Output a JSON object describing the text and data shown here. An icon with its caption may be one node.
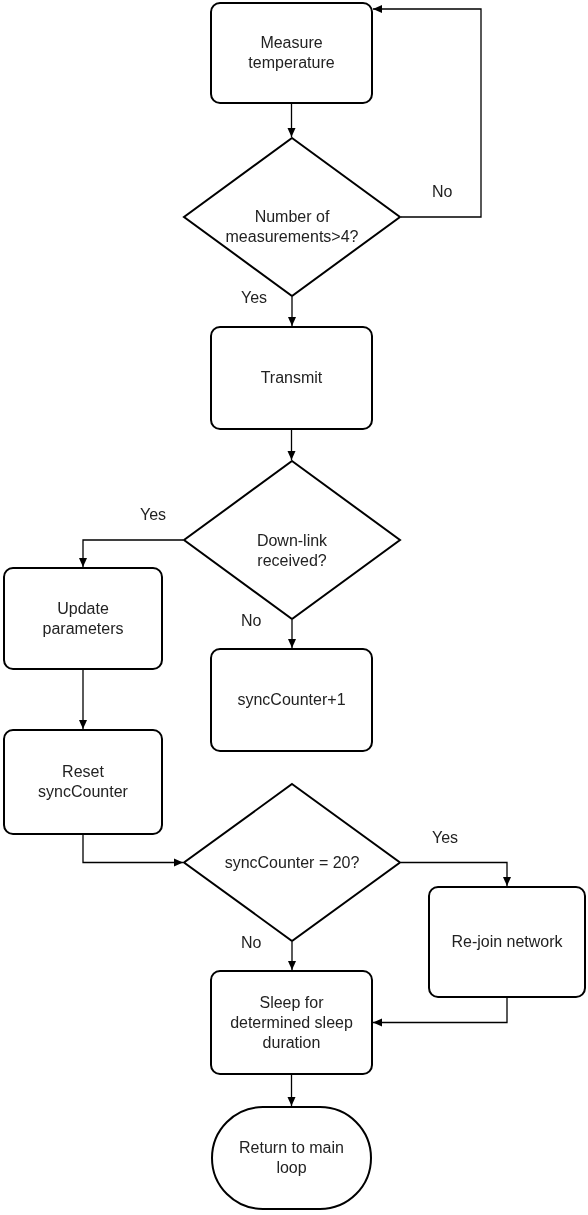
{
  "diagram": {
    "nodes": [
      {
        "text": [
          "Measure temperature"
        ]
      },
      {
        "text": [
          "Number of measurements>4?"
        ]
      },
      {
        "text": [
          "Transmit"
        ]
      },
      {
        "text": [
          "Down-link received?"
        ]
      },
      {
        "text": [
          "Update parameters"
        ]
      },
      {
        "text": [
          "syncCounter+1"
        ]
      },
      {
        "text": [
          "Reset syncCounter"
        ]
      },
      {
        "text": [
          "syncCounter = 20?"
        ]
      },
      {
        "text": [
          "Re-join network"
        ]
      },
      {
        "text": [
          "Sleep for determined sleep duration"
        ]
      },
      {
        "text": [
          "Return to main loop"
        ]
      }
    ],
    "edges": [
      {
        "from": 0,
        "to": 1,
        "arrow": "to"
      },
      {
        "from": 1,
        "to": 0,
        "arrow": "to",
        "label": "No"
      },
      {
        "from": 1,
        "to": 2,
        "arrow": "to",
        "label": "Yes"
      },
      {
        "from": 2,
        "to": 3,
        "arrow": "to"
      },
      {
        "from": 3,
        "to": 4,
        "arrow": "to",
        "label": "Yes"
      },
      {
        "from": 3,
        "to": 5,
        "arrow": "to",
        "label": "No"
      },
      {
        "from": 4,
        "to": 6,
        "arrow": "to"
      },
      {
        "from": 6,
        "to": 7,
        "arrow": "to"
      },
      {
        "from": 7,
        "to": 8,
        "arrow": "to",
        "label": "Yes"
      },
      {
        "from": 7,
        "to": 9,
        "arrow": "to",
        "label": "No"
      },
      {
        "from": 8,
        "to": 9,
        "arrow": "to"
      },
      {
        "from": 9,
        "to": 10,
        "arrow": "to"
      }
    ]
  }
}
